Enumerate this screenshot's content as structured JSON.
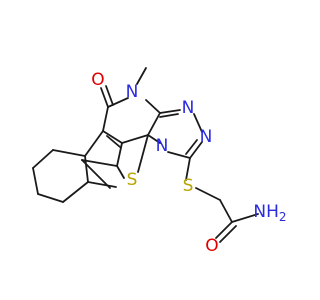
{
  "molecule": {
    "colors": {
      "bond": "#1a1a1a",
      "C": "#1a1a1a",
      "N": "#2a2ae0",
      "O": "#e00000",
      "S": "#b8a400"
    },
    "atoms": {
      "methyl_c": {
        "label": "",
        "element": "C"
      },
      "n_methyl": {
        "label": "N",
        "element": "N"
      },
      "o_carbonyl": {
        "label": "O",
        "element": "O"
      },
      "n_triazole_a": {
        "label": "N",
        "element": "N"
      },
      "n_triazole_b": {
        "label": "N",
        "element": "N"
      },
      "n_bridge": {
        "label": "N",
        "element": "N"
      },
      "s_thiophene": {
        "label": "S",
        "element": "S"
      },
      "s_thioether": {
        "label": "S",
        "element": "S"
      },
      "o_amide": {
        "label": "O",
        "element": "O"
      },
      "nh2_amide": {
        "label": "NH",
        "sub": "2",
        "element": "N"
      }
    }
  }
}
